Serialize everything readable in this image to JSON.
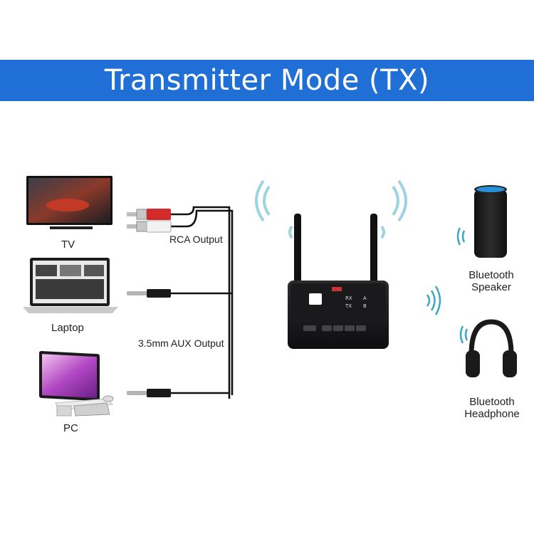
{
  "title": "Transmitter Mode (TX)",
  "sources": [
    {
      "label": "TV",
      "icon": "tv-icon"
    },
    {
      "label": "Laptop",
      "icon": "laptop-icon"
    },
    {
      "label": "PC",
      "icon": "desktop-pc-icon"
    }
  ],
  "cables": {
    "rca": "RCA Output",
    "aux": "3.5mm AUX Output"
  },
  "device": {
    "rx": "RX",
    "tx": "TX",
    "a": "A",
    "b": "B"
  },
  "outputs": [
    {
      "label": "Bluetooth\nSpeaker",
      "line1": "Bluetooth",
      "line2": "Speaker",
      "icon": "smart-speaker-icon"
    },
    {
      "label": "Bluetooth\nHeadphone",
      "line1": "Bluetooth",
      "line2": "Headphone",
      "icon": "headphones-icon"
    }
  ],
  "colors": {
    "banner": "#1f6fd6",
    "wave": "#5fb4c8",
    "rca_red": "#d32a2a",
    "rca_white": "#f2f2f2"
  }
}
